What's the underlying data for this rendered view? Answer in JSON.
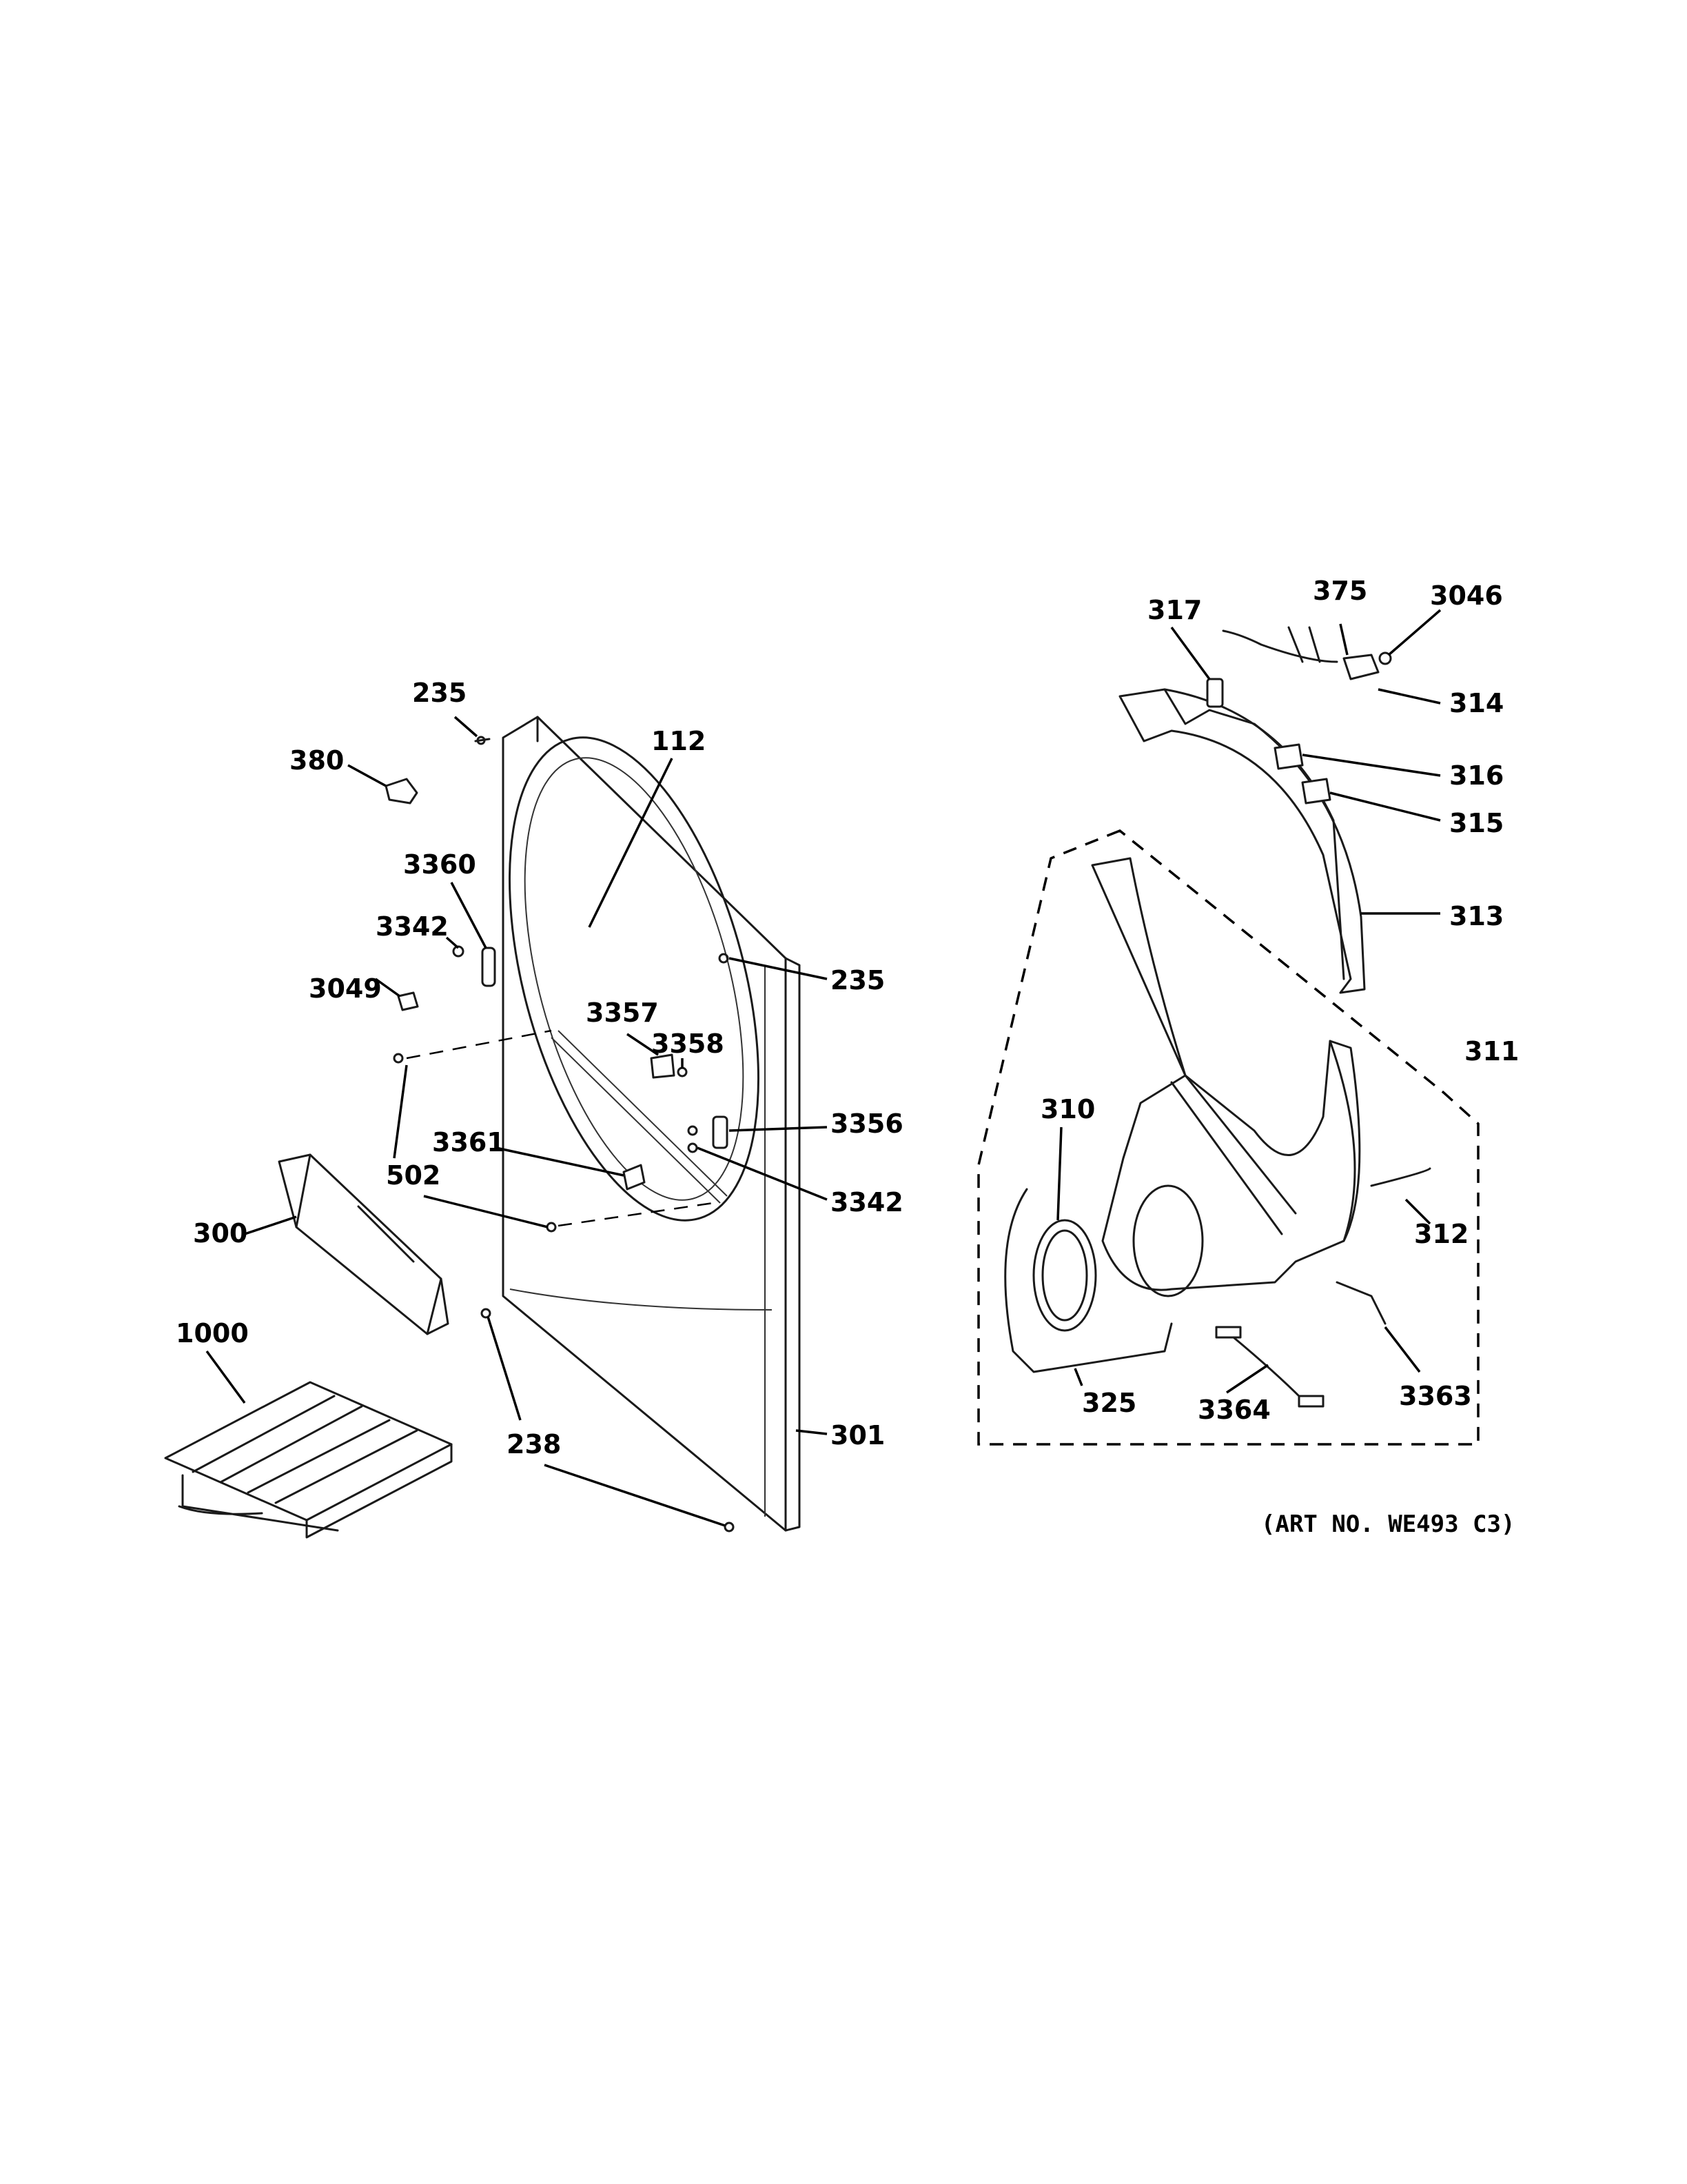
{
  "labels": {
    "l235a": "235",
    "l380": "380",
    "l112": "112",
    "l3360": "3360",
    "l3342a": "3342",
    "l235b": "235",
    "l3049": "3049",
    "l3357": "3357",
    "l3358": "3358",
    "l3356": "3356",
    "l3361": "3361",
    "l502": "502",
    "l3342b": "3342",
    "l300": "300",
    "l1000": "1000",
    "l238": "238",
    "l301": "301",
    "l317": "317",
    "l375": "375",
    "l3046": "3046",
    "l314": "314",
    "l316": "316",
    "l315": "315",
    "l313": "313",
    "l311": "311",
    "l310": "310",
    "l312": "312",
    "l325": "325",
    "l3364": "3364",
    "l3363": "3363"
  },
  "art_number": "(ART NO. WE493 C3)"
}
